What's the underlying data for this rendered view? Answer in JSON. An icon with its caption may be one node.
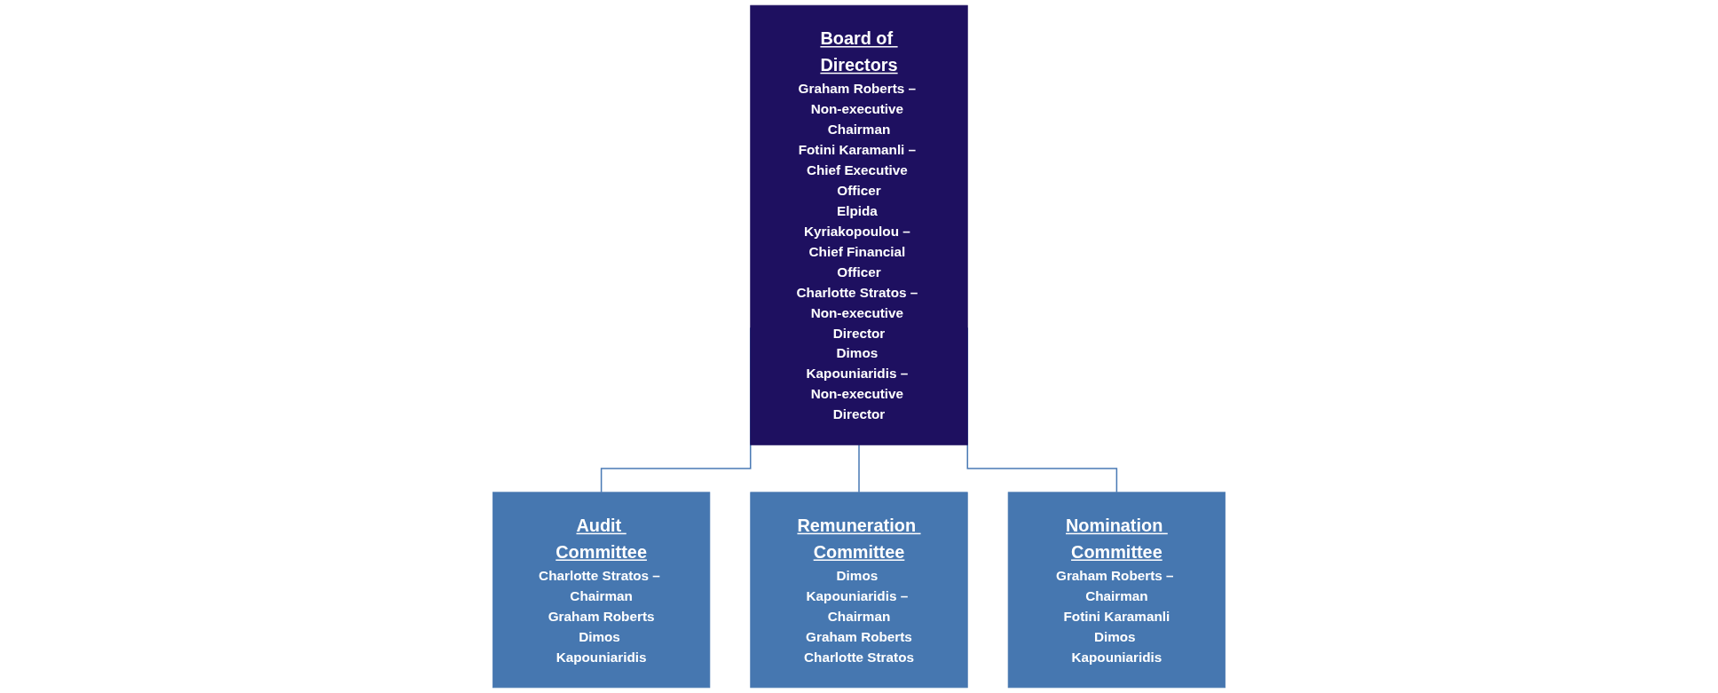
{
  "diagram": {
    "nodes": [
      {
        "text": [
          "Board of Directors",
          "Graham Roberts – Non-executive Chairman",
          "Fotini Karamanli – Chief Executive Officer",
          "Elpida Kyriakopoulou – Chief Financial Officer",
          "Charlotte Stratos – Non-executive Director",
          "Dimos Kapouniaridis – Non-executive Director"
        ]
      },
      {
        "text": [
          "Audit Committee",
          "Charlotte Stratos – Chairman",
          "Graham Roberts",
          "Dimos Kapouniaridis"
        ]
      },
      {
        "text": [
          "Remuneration Committee",
          "Dimos Kapouniaridis – Chairman",
          "Graham Roberts",
          "Charlotte Stratos"
        ]
      },
      {
        "text": [
          "Nomination Committee",
          "Graham Roberts – Chairman",
          "Fotini Karamanli",
          "Dimos Kapouniaridis"
        ]
      }
    ],
    "edges": [
      {
        "from": 0,
        "to": 1,
        "arrow": "none"
      },
      {
        "from": 0,
        "to": 2,
        "arrow": "none"
      },
      {
        "from": 0,
        "to": 3,
        "arrow": "none"
      }
    ]
  }
}
